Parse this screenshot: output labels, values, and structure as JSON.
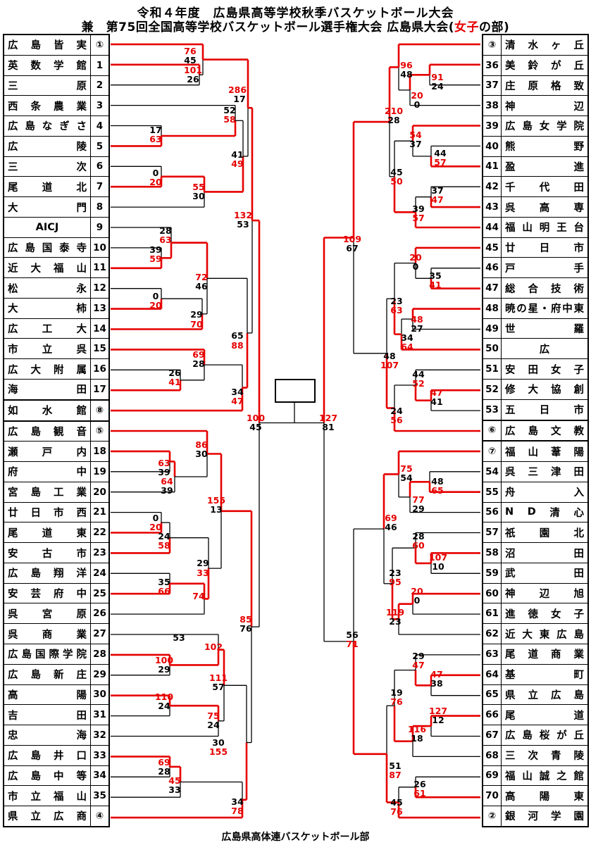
{
  "title": {
    "line1": "令和４年度　広島県高等学校秋季バスケットボール大会",
    "line2_prefix": "兼　第75回全国高等学校バスケットボール選手権大会 広島県大会(",
    "line2_highlight": "女子",
    "line2_suffix": "の部)"
  },
  "footer": "広島県高体連バスケットボール部",
  "colors": {
    "win": "#e60000",
    "line": "#000000"
  },
  "champion_box": {
    "text": ""
  },
  "left_table": {
    "rows": [
      {
        "name": "広島皆実",
        "no": "①"
      },
      {
        "name": "英数学館",
        "no": "1"
      },
      {
        "name": "三原",
        "no": "2"
      },
      {
        "name": "西条農業",
        "no": "3"
      },
      {
        "name": "広島なぎさ",
        "no": "4"
      },
      {
        "name": "広陵",
        "no": "5"
      },
      {
        "name": "三次",
        "no": "6"
      },
      {
        "name": "尾道北",
        "no": "7"
      },
      {
        "name": "大門",
        "no": "8"
      },
      {
        "name": "AICJ",
        "no": "9"
      },
      {
        "name": "広島国泰寺",
        "no": "10"
      },
      {
        "name": "近大福山",
        "no": "11"
      },
      {
        "name": "松永",
        "no": "12"
      },
      {
        "name": "大柿",
        "no": "13"
      },
      {
        "name": "広工大",
        "no": "14"
      },
      {
        "name": "市立呉",
        "no": "15"
      },
      {
        "name": "広大附属",
        "no": "16"
      },
      {
        "name": "海田",
        "no": "17"
      },
      {
        "name": "如水館",
        "no": "⑧"
      },
      {
        "name": "広島観音",
        "no": "⑤"
      },
      {
        "name": "瀬戸内",
        "no": "18"
      },
      {
        "name": "府中",
        "no": "19"
      },
      {
        "name": "宮島工業",
        "no": "20"
      },
      {
        "name": "廿日市西",
        "no": "21"
      },
      {
        "name": "尾道東",
        "no": "22"
      },
      {
        "name": "安古市",
        "no": "23"
      },
      {
        "name": "広島翔洋",
        "no": "24"
      },
      {
        "name": "安芸府中",
        "no": "25"
      },
      {
        "name": "呉宮原",
        "no": "26"
      },
      {
        "name": "呉商業",
        "no": "27"
      },
      {
        "name": "広島国際学院",
        "no": "28"
      },
      {
        "name": "広島新庄",
        "no": "29"
      },
      {
        "name": "高陽",
        "no": "30"
      },
      {
        "name": "吉田",
        "no": "31"
      },
      {
        "name": "忠海",
        "no": "32"
      },
      {
        "name": "広島井口",
        "no": "33"
      },
      {
        "name": "広島中等",
        "no": "34"
      },
      {
        "name": "市立福山",
        "no": "35"
      },
      {
        "name": "県立広商",
        "no": "④"
      }
    ]
  },
  "right_table": {
    "rows": [
      {
        "no": "③",
        "name": "清水ヶ丘"
      },
      {
        "no": "36",
        "name": "美鈴が丘"
      },
      {
        "no": "37",
        "name": "庄原格致"
      },
      {
        "no": "38",
        "name": "神辺"
      },
      {
        "no": "39",
        "name": "広島女学院"
      },
      {
        "no": "40",
        "name": "熊野"
      },
      {
        "no": "41",
        "name": "盈進"
      },
      {
        "no": "42",
        "name": "千代田"
      },
      {
        "no": "43",
        "name": "呉高専"
      },
      {
        "no": "44",
        "name": "福山明王台"
      },
      {
        "no": "45",
        "name": "廿日市"
      },
      {
        "no": "46",
        "name": "戸手"
      },
      {
        "no": "47",
        "name": "総合技術"
      },
      {
        "no": "48",
        "name": "暁の星・府中東"
      },
      {
        "no": "49",
        "name": "世羅"
      },
      {
        "no": "50",
        "name": "広"
      },
      {
        "no": "51",
        "name": "安田女子"
      },
      {
        "no": "52",
        "name": "修大協創"
      },
      {
        "no": "53",
        "name": "五日市"
      },
      {
        "no": "⑥",
        "name": "広島文教"
      },
      {
        "no": "⑦",
        "name": "福山葦陽"
      },
      {
        "no": "54",
        "name": "呉三津田"
      },
      {
        "no": "55",
        "name": "舟入"
      },
      {
        "no": "56",
        "name": "ND清心"
      },
      {
        "no": "57",
        "name": "祇園北"
      },
      {
        "no": "58",
        "name": "沼田"
      },
      {
        "no": "59",
        "name": "武田"
      },
      {
        "no": "60",
        "name": "神辺旭"
      },
      {
        "no": "61",
        "name": "進徳女子"
      },
      {
        "no": "62",
        "name": "近大東広島"
      },
      {
        "no": "63",
        "name": "尾道商業"
      },
      {
        "no": "64",
        "name": "基町"
      },
      {
        "no": "65",
        "name": "県立広島"
      },
      {
        "no": "66",
        "name": "尾道"
      },
      {
        "no": "67",
        "name": "広島桜が丘"
      },
      {
        "no": "68",
        "name": "三次青陵"
      },
      {
        "no": "69",
        "name": "福山誠之館"
      },
      {
        "no": "70",
        "name": "高陽東"
      },
      {
        "no": "②",
        "name": "銀河学園"
      }
    ]
  },
  "scores": [
    [
      "76",
      "r",
      270,
      73
    ],
    [
      "45",
      "k",
      270,
      86
    ],
    [
      "101",
      "r",
      274,
      100
    ],
    [
      "26",
      "k",
      274,
      113
    ],
    [
      "286",
      "r",
      337,
      128
    ],
    [
      "17",
      "k",
      340,
      141
    ],
    [
      "52",
      "k",
      326,
      157
    ],
    [
      "58",
      "r",
      326,
      170
    ],
    [
      "17",
      "k",
      221,
      185
    ],
    [
      "63",
      "r",
      221,
      198
    ],
    [
      "41",
      "k",
      337,
      220
    ],
    [
      "49",
      "r",
      337,
      233
    ],
    [
      "0",
      "k",
      221,
      246
    ],
    [
      "20",
      "r",
      221,
      259
    ],
    [
      "55",
      "r",
      282,
      266
    ],
    [
      "30",
      "k",
      282,
      279
    ],
    [
      "132",
      "r",
      345,
      306
    ],
    [
      "53",
      "k",
      345,
      319
    ],
    [
      "28",
      "k",
      235,
      328
    ],
    [
      "63",
      "r",
      235,
      341
    ],
    [
      "39",
      "k",
      221,
      355
    ],
    [
      "59",
      "r",
      221,
      368
    ],
    [
      "72",
      "r",
      286,
      394
    ],
    [
      "46",
      "k",
      286,
      407
    ],
    [
      "0",
      "k",
      221,
      421
    ],
    [
      "20",
      "r",
      221,
      434
    ],
    [
      "29",
      "k",
      279,
      447
    ],
    [
      "70",
      "r",
      279,
      461
    ],
    [
      "65",
      "k",
      337,
      477
    ],
    [
      "88",
      "r",
      337,
      491
    ],
    [
      "69",
      "r",
      282,
      504
    ],
    [
      "28",
      "k",
      282,
      517
    ],
    [
      "26",
      "k",
      248,
      530
    ],
    [
      "41",
      "r",
      248,
      543
    ],
    [
      "34",
      "k",
      337,
      557
    ],
    [
      "47",
      "r",
      337,
      570
    ],
    [
      "100",
      "r",
      363,
      594
    ],
    [
      "45",
      "k",
      363,
      607
    ],
    [
      "86",
      "r",
      286,
      632
    ],
    [
      "30",
      "k",
      286,
      645
    ],
    [
      "63",
      "r",
      233,
      658
    ],
    [
      "39",
      "k",
      233,
      671
    ],
    [
      "64",
      "r",
      237,
      684
    ],
    [
      "39",
      "k",
      237,
      697
    ],
    [
      "155",
      "r",
      307,
      711
    ],
    [
      "13",
      "k",
      307,
      724
    ],
    [
      "0",
      "k",
      221,
      736
    ],
    [
      "20",
      "r",
      221,
      749
    ],
    [
      "24",
      "k",
      233,
      762
    ],
    [
      "58",
      "r",
      233,
      775
    ],
    [
      "29",
      "k",
      288,
      800
    ],
    [
      "33",
      "r",
      288,
      814
    ],
    [
      "35",
      "k",
      233,
      827
    ],
    [
      "66",
      "r",
      233,
      840
    ],
    [
      "74",
      "r",
      282,
      847
    ],
    [
      "85",
      "r",
      349,
      880
    ],
    [
      "76",
      "k",
      349,
      893
    ],
    [
      "53",
      "k",
      254,
      906
    ],
    [
      "102",
      "r",
      303,
      919
    ],
    [
      "100",
      "r",
      233,
      938
    ],
    [
      "29",
      "k",
      233,
      951
    ],
    [
      "111",
      "r",
      310,
      963
    ],
    [
      "57",
      "k",
      310,
      976
    ],
    [
      "110",
      "r",
      233,
      990
    ],
    [
      "24",
      "k",
      233,
      1003
    ],
    [
      "75",
      "r",
      303,
      1017
    ],
    [
      "24",
      "k",
      303,
      1030
    ],
    [
      "30",
      "k",
      310,
      1055
    ],
    [
      "155",
      "r",
      310,
      1068
    ],
    [
      "69",
      "r",
      233,
      1083
    ],
    [
      "28",
      "k",
      233,
      1096
    ],
    [
      "45",
      "r",
      248,
      1109
    ],
    [
      "33",
      "k",
      248,
      1122
    ],
    [
      "34",
      "k",
      337,
      1139
    ],
    [
      "78",
      "r",
      337,
      1152
    ],
    [
      "96",
      "r",
      577,
      93
    ],
    [
      "48",
      "k",
      577,
      106
    ],
    [
      "91",
      "r",
      621,
      110
    ],
    [
      "24",
      "k",
      621,
      123
    ],
    [
      "20",
      "r",
      592,
      136
    ],
    [
      "0",
      "k",
      592,
      149
    ],
    [
      "210",
      "r",
      559,
      158
    ],
    [
      "28",
      "k",
      559,
      171
    ],
    [
      "54",
      "r",
      590,
      192
    ],
    [
      "37",
      "k",
      590,
      205
    ],
    [
      "44",
      "k",
      625,
      218
    ],
    [
      "57",
      "r",
      625,
      231
    ],
    [
      "45",
      "k",
      563,
      245
    ],
    [
      "50",
      "r",
      563,
      258
    ],
    [
      "37",
      "k",
      621,
      271
    ],
    [
      "47",
      "r",
      621,
      284
    ],
    [
      "39",
      "k",
      594,
      297
    ],
    [
      "57",
      "r",
      594,
      310
    ],
    [
      "109",
      "r",
      500,
      340
    ],
    [
      "67",
      "k",
      500,
      353
    ],
    [
      "20",
      "r",
      590,
      366
    ],
    [
      "0",
      "k",
      590,
      379
    ],
    [
      "35",
      "k",
      618,
      392
    ],
    [
      "41",
      "r",
      618,
      405
    ],
    [
      "23",
      "k",
      563,
      428
    ],
    [
      "63",
      "r",
      563,
      441
    ],
    [
      "48",
      "r",
      592,
      454
    ],
    [
      "27",
      "k",
      592,
      467
    ],
    [
      "34",
      "k",
      578,
      480
    ],
    [
      "64",
      "r",
      578,
      493
    ],
    [
      "48",
      "k",
      553,
      506
    ],
    [
      "107",
      "r",
      553,
      519
    ],
    [
      "44",
      "k",
      594,
      532
    ],
    [
      "52",
      "r",
      594,
      545
    ],
    [
      "47",
      "r",
      620,
      558
    ],
    [
      "41",
      "k",
      620,
      571
    ],
    [
      "24",
      "k",
      563,
      584
    ],
    [
      "56",
      "r",
      563,
      597
    ],
    [
      "127",
      "r",
      466,
      594
    ],
    [
      "81",
      "k",
      466,
      607
    ],
    [
      "75",
      "r",
      577,
      666
    ],
    [
      "54",
      "k",
      577,
      679
    ],
    [
      "48",
      "k",
      621,
      684
    ],
    [
      "65",
      "r",
      621,
      697
    ],
    [
      "77",
      "r",
      594,
      710
    ],
    [
      "29",
      "k",
      594,
      723
    ],
    [
      "69",
      "r",
      555,
      736
    ],
    [
      "46",
      "k",
      555,
      749
    ],
    [
      "28",
      "k",
      594,
      762
    ],
    [
      "60",
      "r",
      594,
      775
    ],
    [
      "107",
      "r",
      622,
      792
    ],
    [
      "10",
      "k",
      622,
      805
    ],
    [
      "23",
      "k",
      561,
      814
    ],
    [
      "95",
      "r",
      561,
      827
    ],
    [
      "20",
      "r",
      592,
      840
    ],
    [
      "0",
      "k",
      592,
      853
    ],
    [
      "119",
      "r",
      561,
      870
    ],
    [
      "23",
      "k",
      561,
      883
    ],
    [
      "56",
      "k",
      500,
      902
    ],
    [
      "71",
      "r",
      500,
      915
    ],
    [
      "29",
      "k",
      594,
      932
    ],
    [
      "47",
      "r",
      594,
      945
    ],
    [
      "47",
      "r",
      620,
      958
    ],
    [
      "38",
      "k",
      620,
      971
    ],
    [
      "19",
      "k",
      563,
      984
    ],
    [
      "76",
      "r",
      563,
      997
    ],
    [
      "127",
      "r",
      622,
      1010
    ],
    [
      "12",
      "k",
      622,
      1023
    ],
    [
      "116",
      "r",
      592,
      1036
    ],
    [
      "18",
      "k",
      592,
      1049
    ],
    [
      "51",
      "k",
      561,
      1088
    ],
    [
      "87",
      "r",
      561,
      1101
    ],
    [
      "26",
      "k",
      596,
      1114
    ],
    [
      "61",
      "r",
      596,
      1127
    ],
    [
      "45",
      "k",
      563,
      1140
    ],
    [
      "76",
      "r",
      563,
      1153
    ]
  ]
}
